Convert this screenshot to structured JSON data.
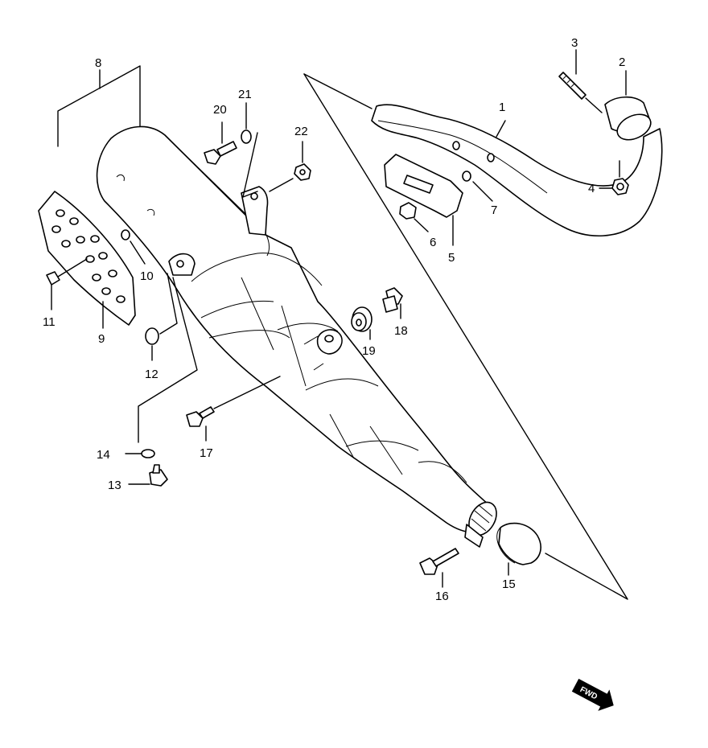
{
  "diagram": {
    "callouts": {
      "p1": "1",
      "p2": "2",
      "p3": "3",
      "p4": "4",
      "p5": "5",
      "p6": "6",
      "p7": "7",
      "p8": "8",
      "p9": "9",
      "p10": "10",
      "p11": "11",
      "p12": "12",
      "p13": "13",
      "p14": "14",
      "p15": "15",
      "p16": "16",
      "p17": "17",
      "p18": "18",
      "p19": "19",
      "p20": "20",
      "p21": "21",
      "p22": "22"
    },
    "fwd_badge": "FWD"
  }
}
